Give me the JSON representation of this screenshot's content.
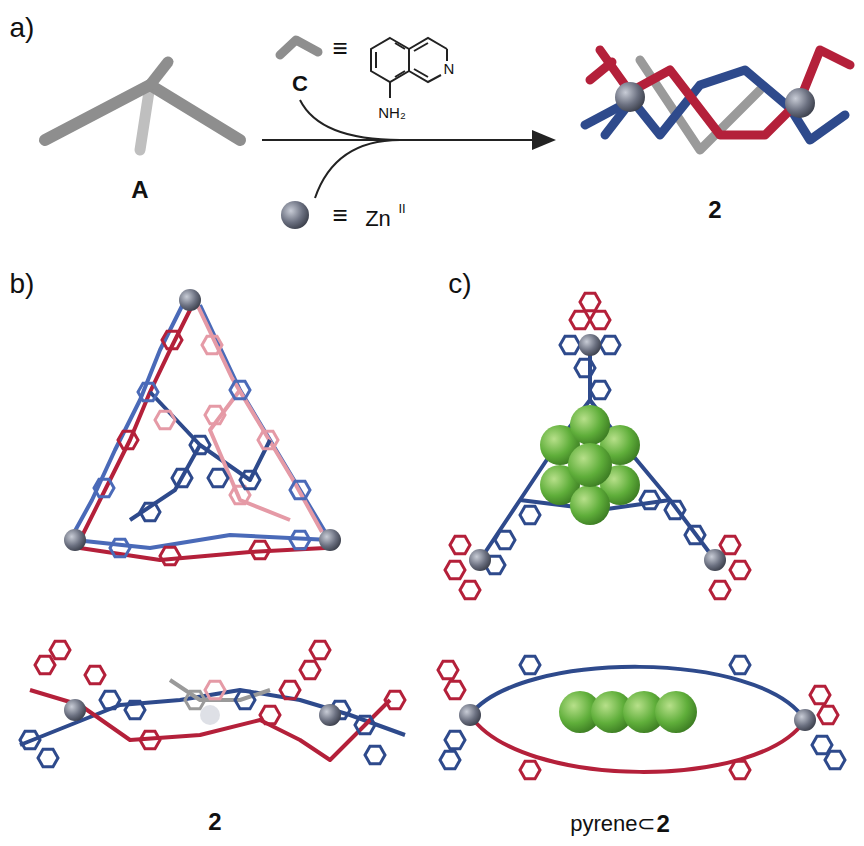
{
  "diagram": {
    "labels": [
      "a)",
      "C",
      "≡",
      "N",
      "NH₂",
      "≡",
      "Zn",
      "II",
      "A",
      "2",
      "b)",
      "c)",
      "2",
      "pyrene⊂",
      "2"
    ]
  }
}
